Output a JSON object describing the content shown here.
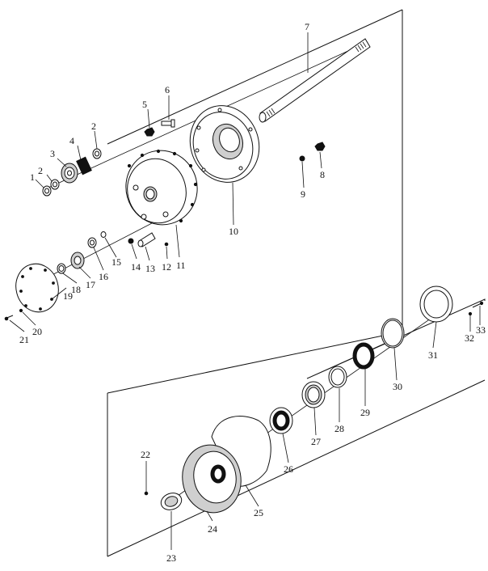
{
  "callouts": {
    "c1": "1",
    "c2a": "2",
    "c2b": "2",
    "c3": "3",
    "c4": "4",
    "c5": "5",
    "c6": "6",
    "c7": "7",
    "c8": "8",
    "c9": "9",
    "c10": "10",
    "c11": "11",
    "c12": "12",
    "c13": "13",
    "c14": "14",
    "c15": "15",
    "c16": "16",
    "c17": "17",
    "c18": "18",
    "c19": "19",
    "c20": "20",
    "c21": "21",
    "c22": "22",
    "c23": "23",
    "c24": "24",
    "c25": "25",
    "c26": "26",
    "c27": "27",
    "c28": "28",
    "c29": "29",
    "c30": "30",
    "c31": "31",
    "c32": "32",
    "c33": "33"
  }
}
